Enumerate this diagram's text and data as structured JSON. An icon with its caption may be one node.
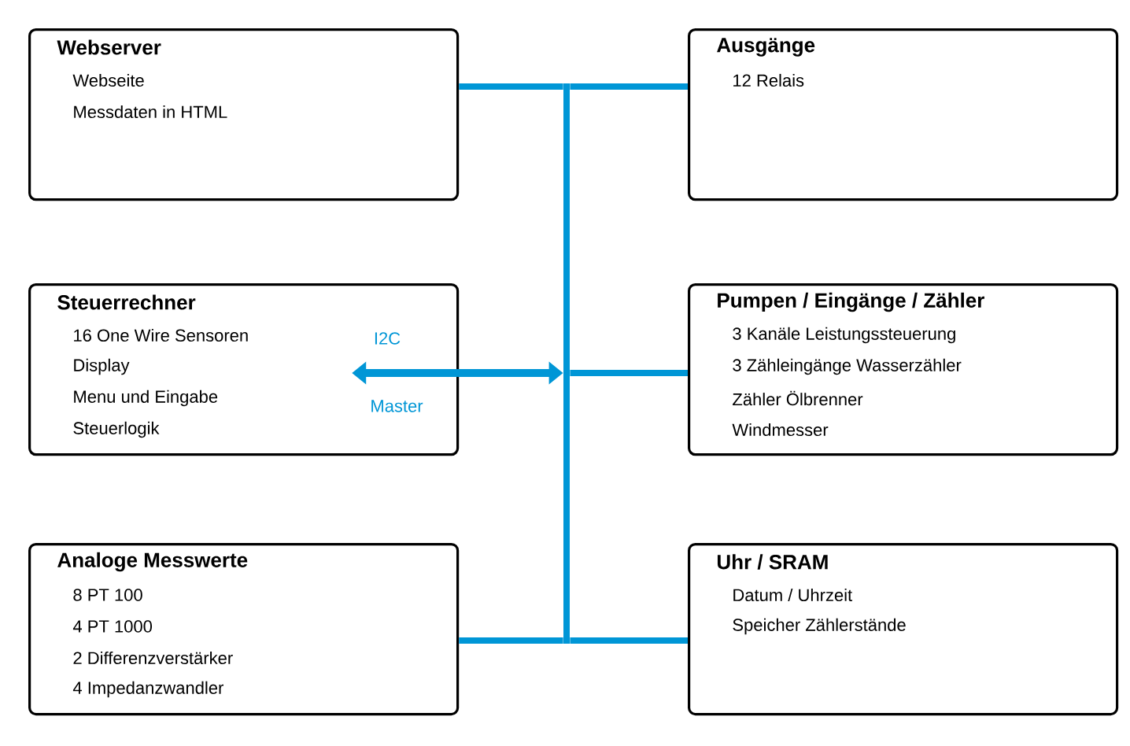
{
  "diagram": {
    "nodes": [
      {
        "text": [
          "Webserver",
          "Webseite",
          "Messdaten in HTML"
        ]
      },
      {
        "text": [
          "Ausgänge",
          "12 Relais"
        ]
      },
      {
        "text": [
          "Steuerrechner",
          "16 One Wire Sensoren",
          "Display",
          "Menu und Eingabe",
          "Steuerlogik"
        ]
      },
      {
        "text": [
          "Pumpen / Eingänge / Zähler",
          "3 Kanäle Leistungssteuerung",
          "3 Zähleingänge Wasserzähler",
          "Zähler Ölbrenner",
          "Windmesser"
        ]
      },
      {
        "text": [
          "Analoge Messwerte",
          "8 PT 100",
          "4 PT 1000",
          "2 Differenzverstärker",
          "4 Impedanzwandler"
        ]
      },
      {
        "text": [
          "Uhr / SRAM",
          "Datum / Uhrzeit",
          "Speicher Zählerstände"
        ]
      },
      {
        "text": [],
        "shape": "bar"
      }
    ],
    "edges": [
      {
        "from": 0,
        "to": 6,
        "arrow": "none"
      },
      {
        "from": 1,
        "to": 6,
        "arrow": "none"
      },
      {
        "from": 2,
        "to": 6,
        "arrow": "both",
        "label": "I2C"
      },
      {
        "from": 3,
        "to": 6,
        "arrow": "none"
      },
      {
        "from": 4,
        "to": 6,
        "arrow": "none"
      },
      {
        "from": 5,
        "to": 6,
        "arrow": "none"
      }
    ],
    "labels": [
      "Master"
    ]
  }
}
